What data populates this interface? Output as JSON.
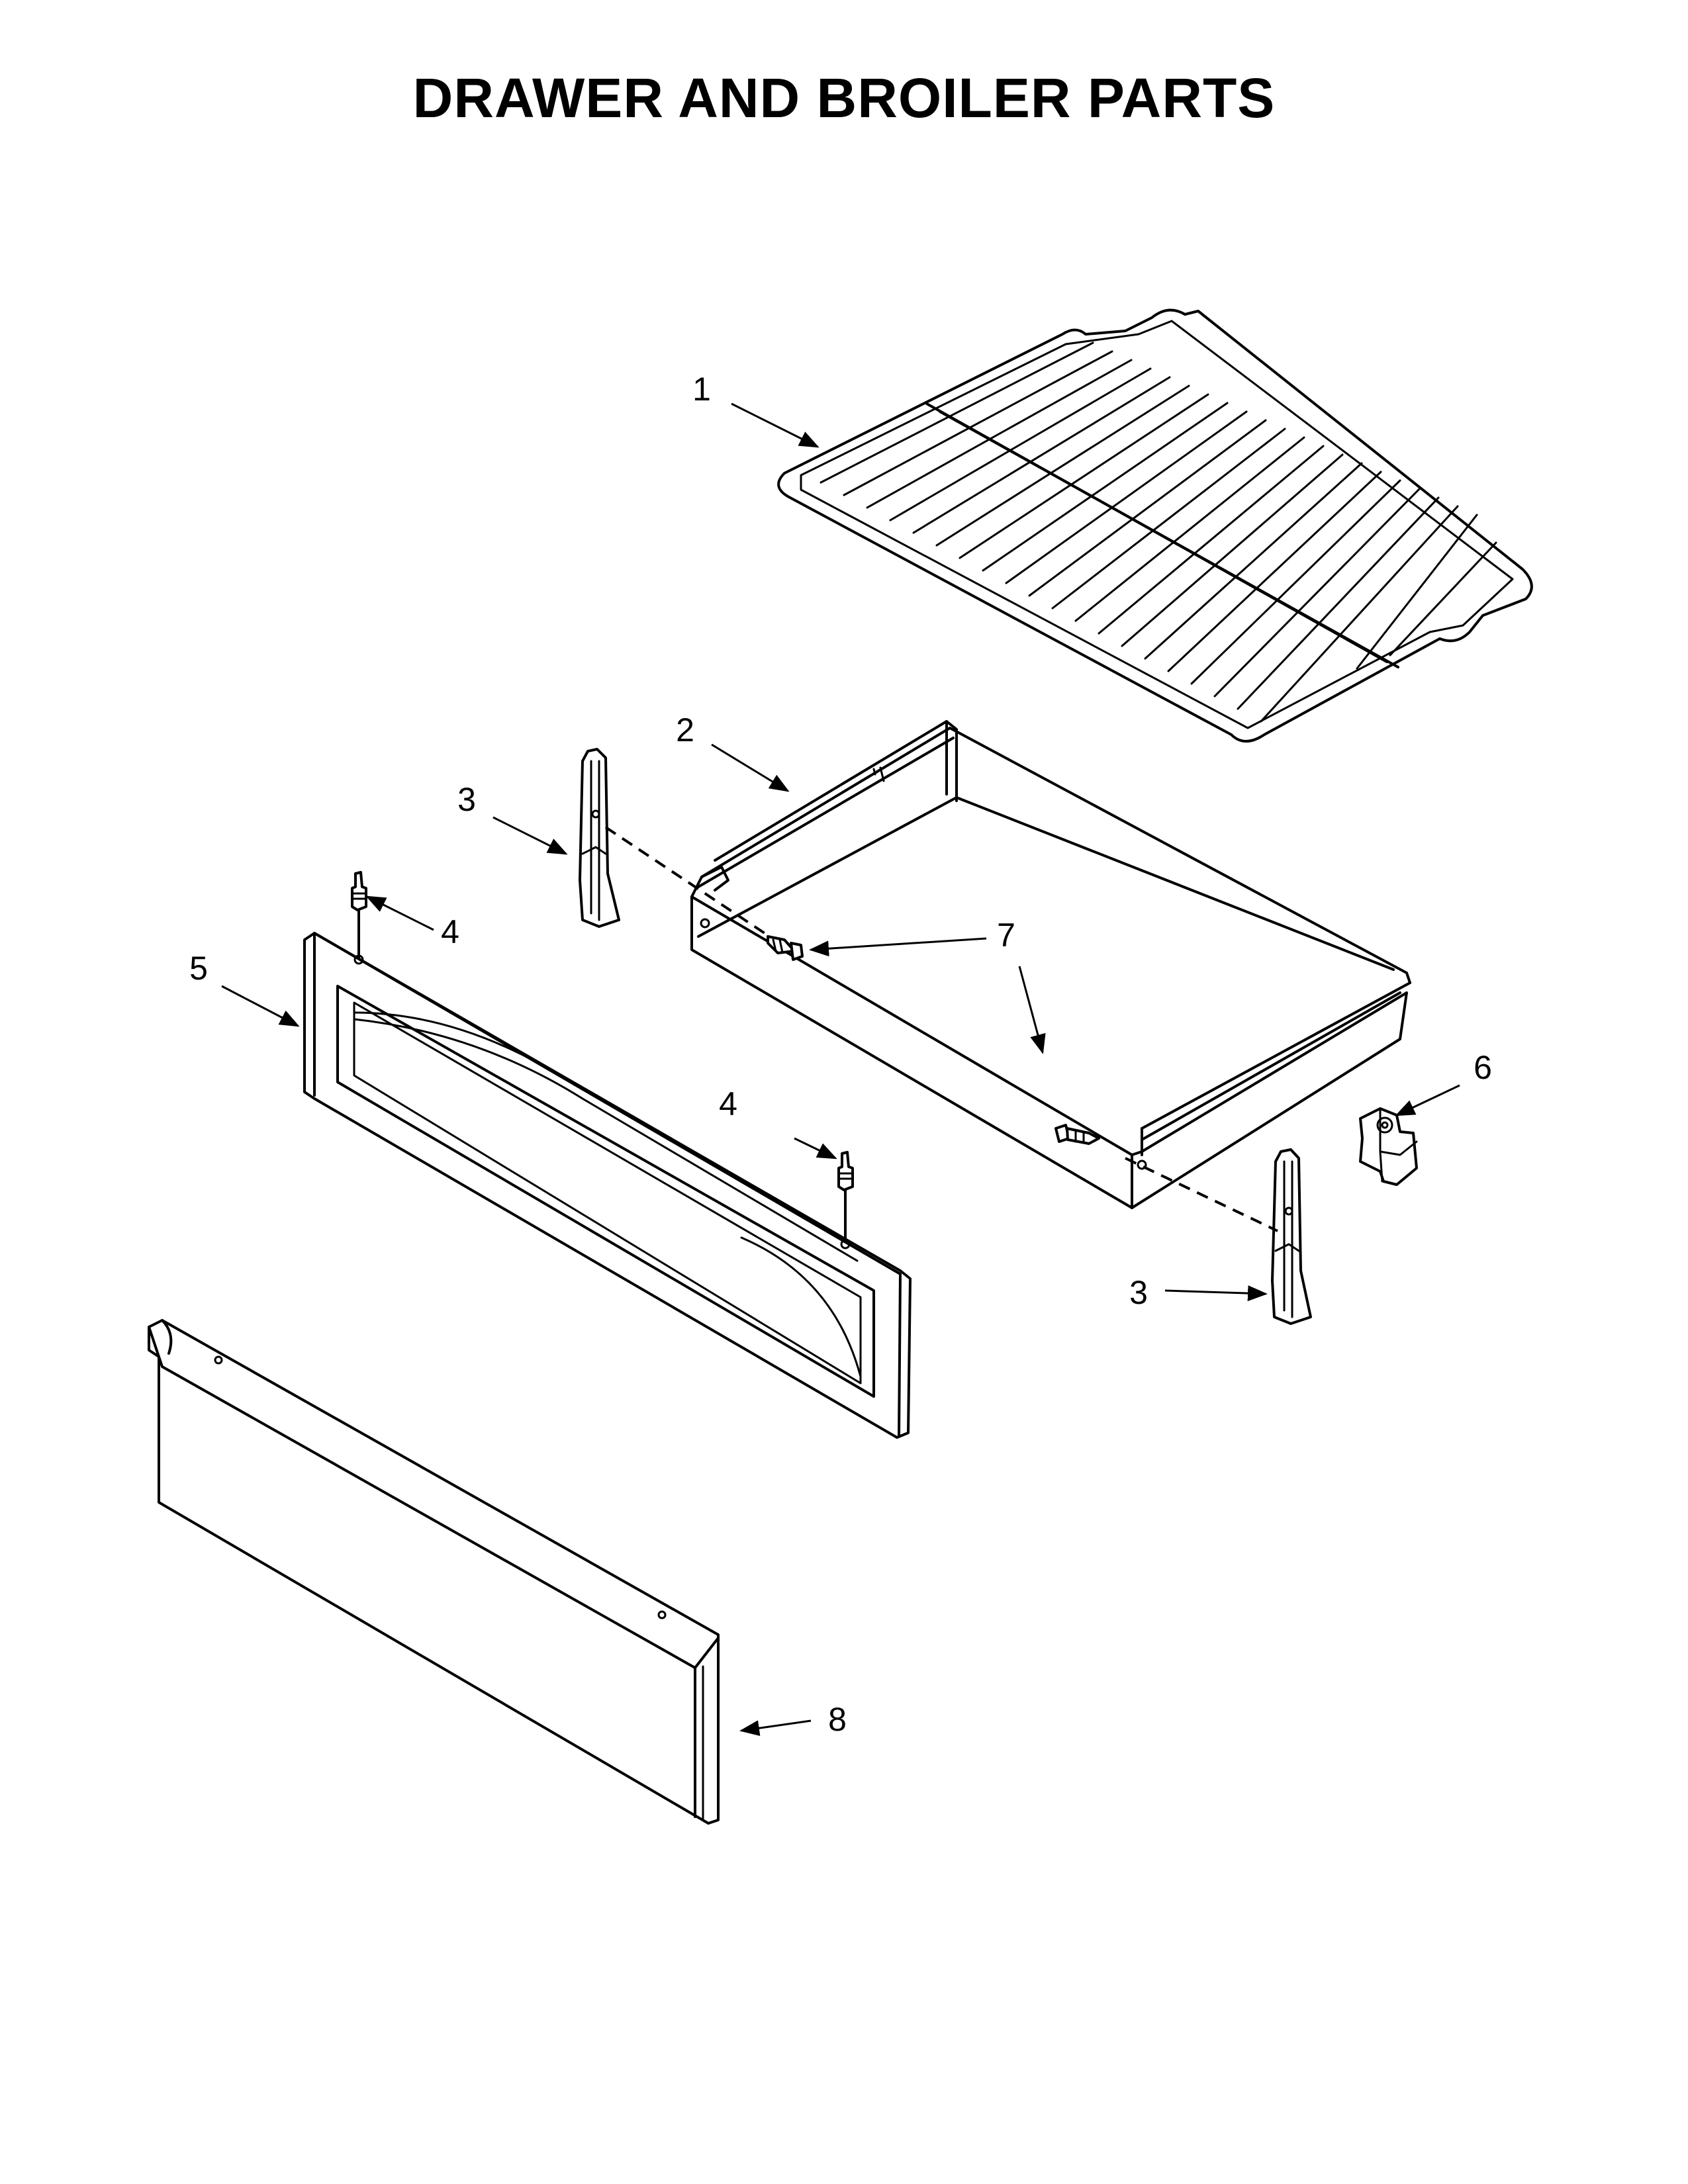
{
  "title": "DRAWER AND BROILER PARTS",
  "callouts": [
    {
      "id": "c1",
      "label": "1"
    },
    {
      "id": "c2",
      "label": "2"
    },
    {
      "id": "c3a",
      "label": "3"
    },
    {
      "id": "c3b",
      "label": "3"
    },
    {
      "id": "c4a",
      "label": "4"
    },
    {
      "id": "c4b",
      "label": "4"
    },
    {
      "id": "c5",
      "label": "5"
    },
    {
      "id": "c6",
      "label": "6"
    },
    {
      "id": "c7",
      "label": "7"
    },
    {
      "id": "c8",
      "label": "8"
    }
  ],
  "colors": {
    "line": "#000000",
    "background": "#ffffff"
  }
}
